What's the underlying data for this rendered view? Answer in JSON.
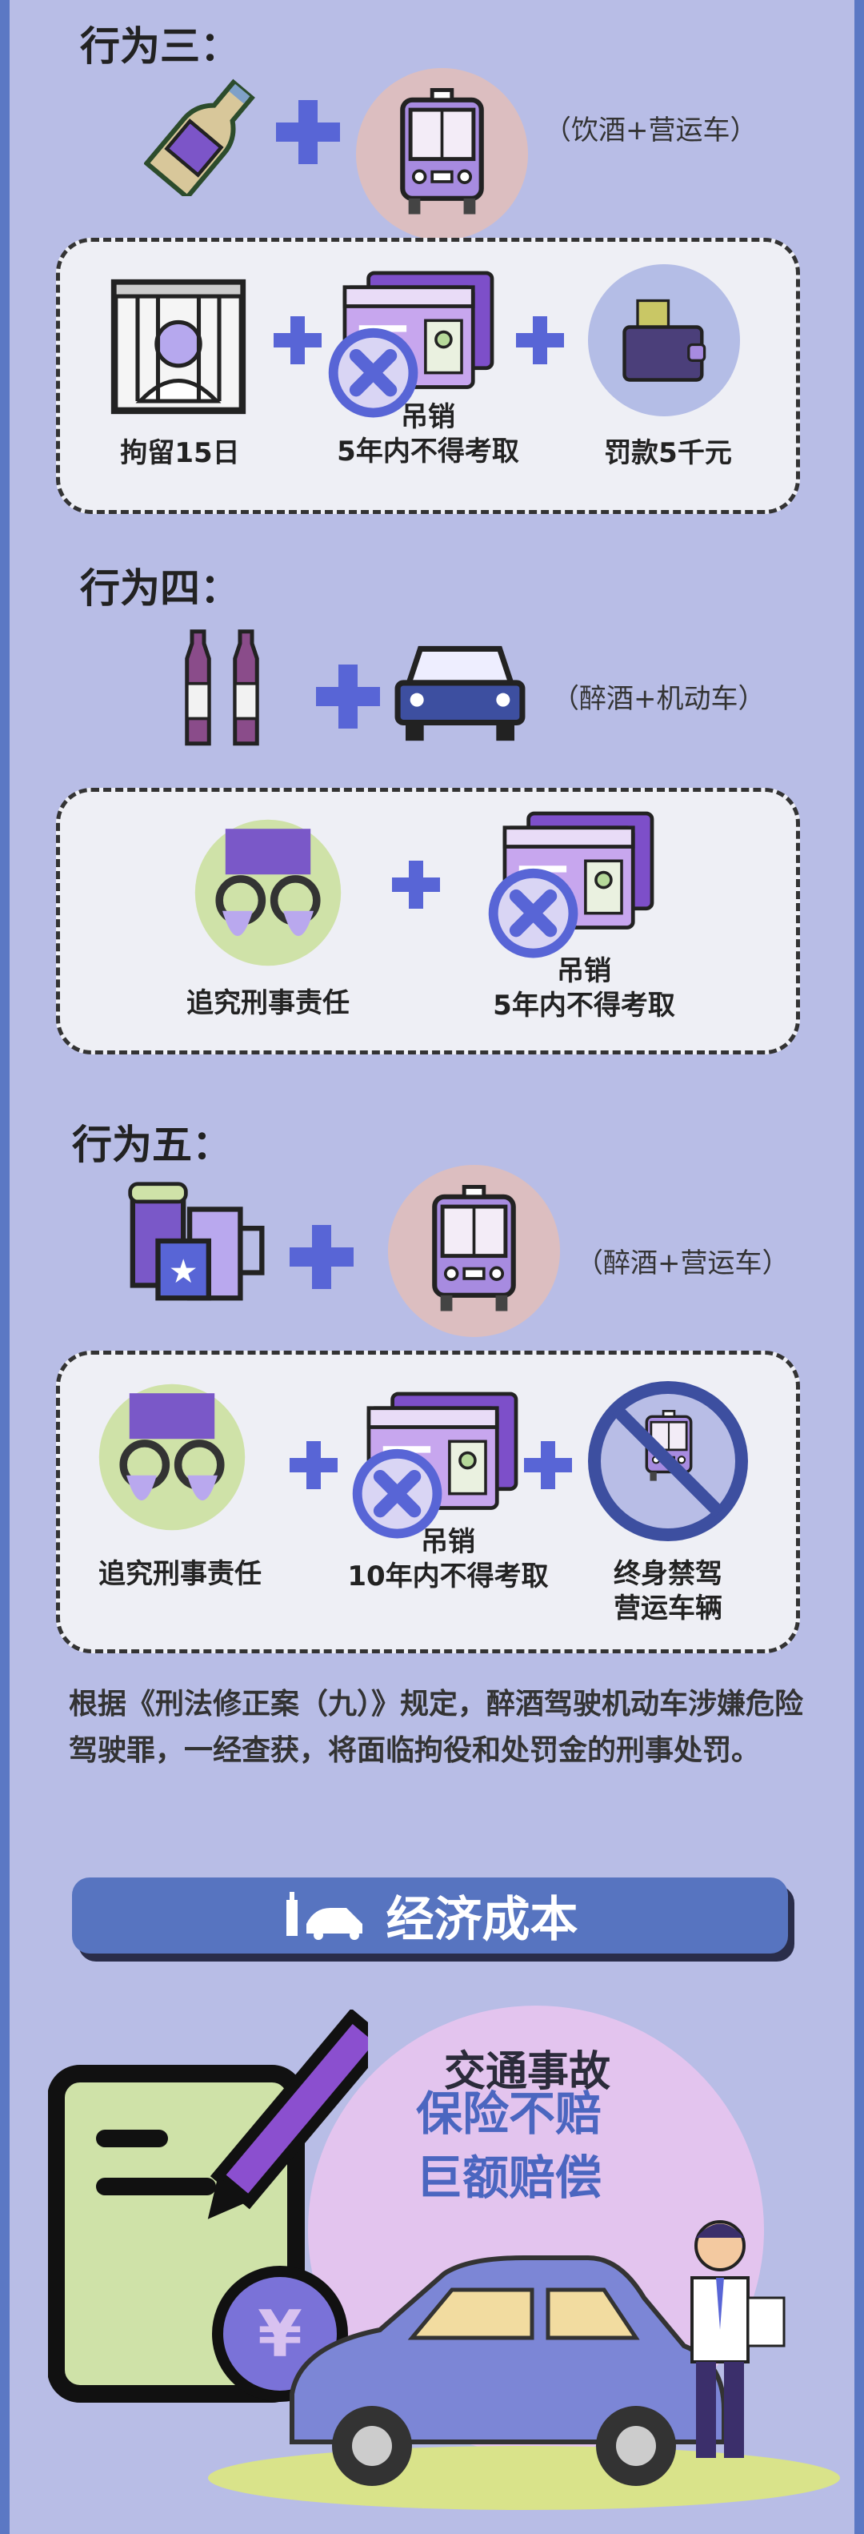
{
  "colors": {
    "background": "#b8bde6",
    "accent": "#5865d6",
    "border_strip": "#5b78c4",
    "banner": "#5774c0"
  },
  "behavior3": {
    "title": "行为三：",
    "caption": "（饮酒+营运车）",
    "penalties": [
      {
        "label": "拘留15日"
      },
      {
        "label": "吊销\n5年内不得考取"
      },
      {
        "label": "罚款5千元"
      }
    ]
  },
  "behavior4": {
    "title": "行为四：",
    "caption": "（醉酒+机动车）",
    "penalties": [
      {
        "label": "追究刑事责任"
      },
      {
        "label": "吊销\n5年内不得考取"
      }
    ]
  },
  "behavior5": {
    "title": "行为五：",
    "caption": "（醉酒+营运车）",
    "penalties": [
      {
        "label": "追究刑事责任"
      },
      {
        "label": "吊销\n10年内不得考取"
      },
      {
        "label": "终身禁驾\n营运车辆"
      }
    ]
  },
  "paragraph": "根据《刑法修正案（九）》规定，醉酒驾驶机动车涉嫌危险驾驶罪，一经查获，将面临拘役和处罚金的刑事处罚。",
  "banner": {
    "title": "经济成本",
    "icon": "drunk-crash-icon"
  },
  "economic": {
    "line1": "交通事故",
    "line2": "保险不赔",
    "line3": "巨额赔偿",
    "currency_symbol": "¥"
  }
}
